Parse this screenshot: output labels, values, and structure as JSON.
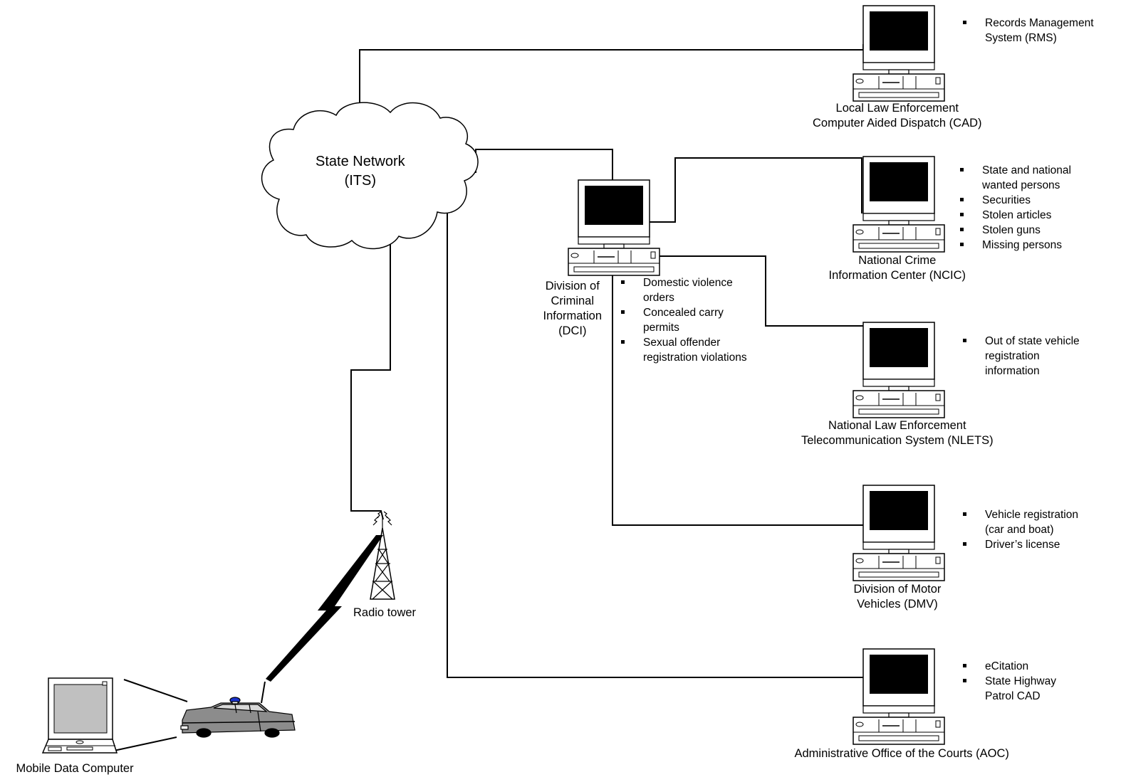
{
  "nodes": {
    "cloud": {
      "lines": [
        "State Network",
        "(ITS)"
      ]
    },
    "rms_bullets": [
      [
        "Records Management",
        "System (RMS)"
      ]
    ],
    "cad_label": [
      "Local Law Enforcement",
      "Computer Aided Dispatch (CAD)"
    ],
    "dci_label": [
      "Division of",
      "Criminal",
      "Information",
      "(DCI)"
    ],
    "dci_bullets": [
      [
        "Domestic violence",
        "orders"
      ],
      [
        "Concealed carry",
        "permits"
      ],
      [
        "Sexual offender",
        "registration violations"
      ]
    ],
    "ncic_label": [
      "National Crime",
      "Information Center (NCIC)"
    ],
    "ncic_bullets": [
      [
        "State and national",
        "wanted persons"
      ],
      [
        "Securities"
      ],
      [
        "Stolen articles"
      ],
      [
        "Stolen guns"
      ],
      [
        "Missing persons"
      ]
    ],
    "nlets_label": [
      "National Law Enforcement",
      "Telecommunication System (NLETS)"
    ],
    "nlets_bullets": [
      [
        "Out of state vehicle",
        "registration",
        "information"
      ]
    ],
    "dmv_label": [
      "Division of Motor",
      "Vehicles (DMV)"
    ],
    "dmv_bullets": [
      [
        "Vehicle registration",
        "(car and boat)"
      ],
      [
        "Driver’s license"
      ]
    ],
    "aoc_label": [
      "Administrative Office of the Courts (AOC)"
    ],
    "aoc_bullets": [
      [
        "eCitation"
      ],
      [
        "State Highway",
        "Patrol CAD"
      ]
    ],
    "tower_label": [
      "Radio tower"
    ],
    "mdc_label": [
      "Mobile Data Computer"
    ]
  },
  "colors": {
    "line": "#000000",
    "car_body": "#8c8c8c",
    "siren": "#1a33cc",
    "screen": "#000000",
    "laptop_screen": "#c0c0c0"
  },
  "icons": [
    "desktop-computer-icon",
    "cloud-icon",
    "radio-tower-icon",
    "lightning-bolt-icon",
    "police-car-icon",
    "laptop-icon"
  ]
}
